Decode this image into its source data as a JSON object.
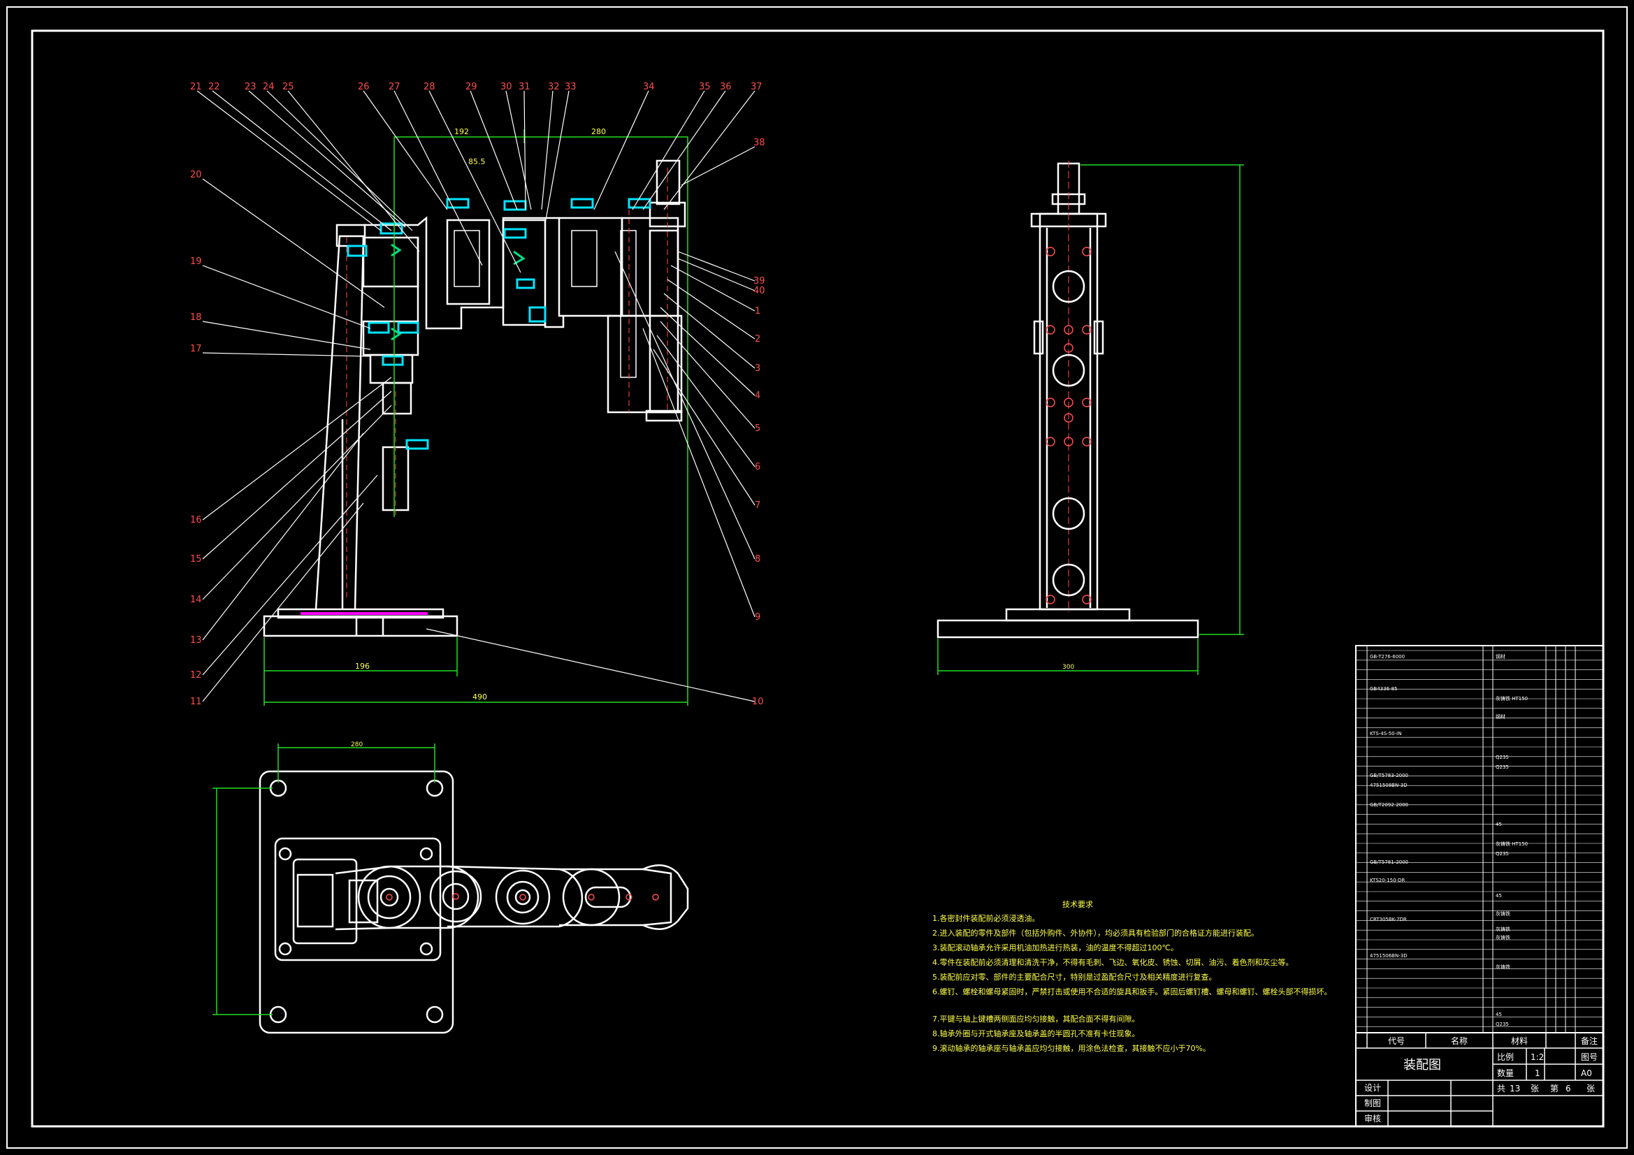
{
  "drawing": {
    "callouts_top": [
      "21",
      "22",
      "23",
      "24",
      "25",
      "26",
      "27",
      "28",
      "29",
      "30",
      "31",
      "32",
      "33",
      "34",
      "35",
      "36",
      "37"
    ],
    "callouts_left": [
      "20",
      "19",
      "18",
      "17",
      "16",
      "15",
      "14",
      "13",
      "12",
      "11"
    ],
    "callouts_right": [
      "38",
      "39",
      "40",
      "1",
      "2",
      "3",
      "4",
      "5",
      "6",
      "7",
      "8",
      "9",
      "10"
    ],
    "tech_requirements": {
      "title": "技术要求",
      "lines": [
        "1.各密封件装配前必须浸透油。",
        "2.进入装配的零件及部件（包括外购件、外协件），均必须具有检验部门的合格证方能进行装配。",
        "3.装配滚动轴承允许采用机油加热进行热装，油的温度不得超过100℃。",
        "4.零件在装配前必须清理和清洗干净，不得有毛刺、飞边、氧化皮、锈蚀、切屑、油污、着色剂和灰尘等。",
        "5.装配前应对零、部件的主要配合尺寸，特别是过盈配合尺寸及相关精度进行复查。",
        "6.螺钉、螺栓和螺母紧固时，严禁打击或使用不合适的旋具和扳手。紧固后螺钉槽、螺母和螺钉、螺栓头部不得损坏。",
        "7.平键与轴上键槽两侧面应均匀接触，其配合面不得有间隙。",
        "8.轴承外圈与开式轴承座及轴承盖的半圆孔不准有卡住现象。",
        "9.滚动轴承的轴承座与轴承盖应均匀接触，用涂色法检查，其接触不应小于70%。"
      ]
    },
    "title_block": {
      "header_code": "代号",
      "header_name": "名称",
      "header_material": "材料",
      "header_note": "备注",
      "drawing_name": "装配图",
      "scale_label": "比例",
      "scale_value": "1:2",
      "drawing_no_label": "图号",
      "qty_label": "数量",
      "qty_value": "1",
      "sheet_size": "A0",
      "total_label": "共",
      "total_value": "13",
      "sheets_unit": "张",
      "page_label": "第",
      "page_value": "6",
      "page_unit": "张",
      "design_label": "设计",
      "drafter_label": "制图",
      "checker_label": "审核"
    }
  }
}
